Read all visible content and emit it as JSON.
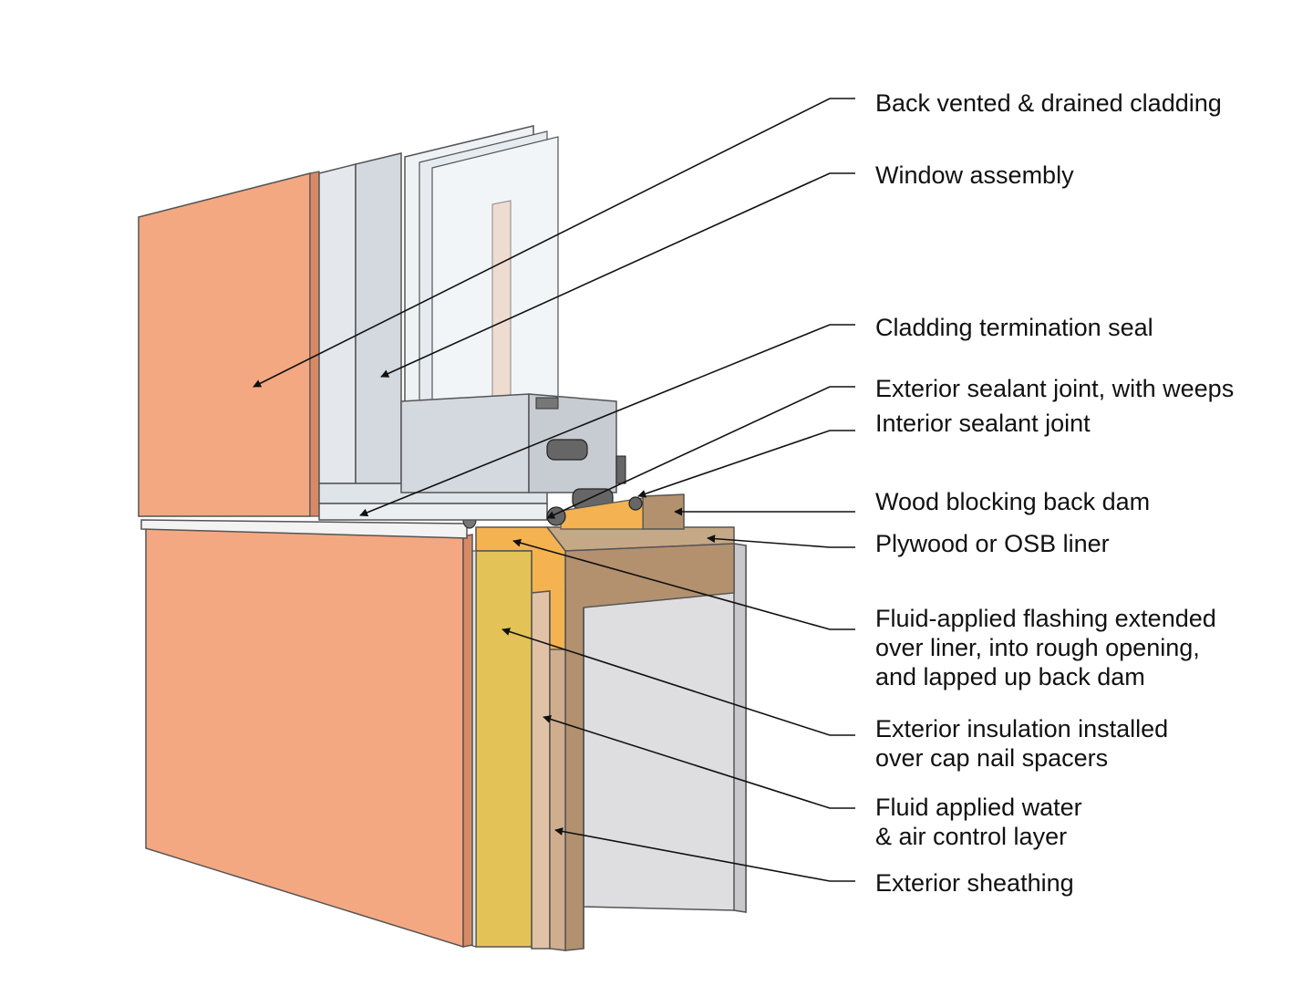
{
  "labels": {
    "back_vented_cladding": "Back vented & drained cladding",
    "window_assembly": "Window assembly",
    "cladding_termination_seal": "Cladding termination seal",
    "exterior_sealant_joint": "Exterior sealant joint, with weeps",
    "interior_sealant_joint": "Interior sealant joint",
    "wood_blocking_back_dam": "Wood blocking back dam",
    "plywood_osb_liner": "Plywood or OSB liner",
    "fluid_applied_flashing": {
      "line1": "Fluid-applied flashing extended",
      "line2": "over liner, into rough opening,",
      "line3": "and lapped up back dam"
    },
    "exterior_insulation": {
      "line1": "Exterior insulation installed",
      "line2": "over cap nail spacers"
    },
    "fluid_applied_water_air": {
      "line1": "Fluid applied water",
      "line2": "& air control layer"
    },
    "exterior_sheathing": "Exterior sheathing"
  },
  "colors": {
    "cladding": "#f3a882",
    "cladding_edge": "#d88a67",
    "insulation": "#e3c257",
    "flashing": "#f4b350",
    "wood": "#b3916f",
    "wood_light": "#c7a98a",
    "sheathing": "#e2c2a6",
    "window_frame": "#cfd5da",
    "glass": "#e6ebef",
    "interior": "#dcdcde",
    "leader": "#111111"
  }
}
